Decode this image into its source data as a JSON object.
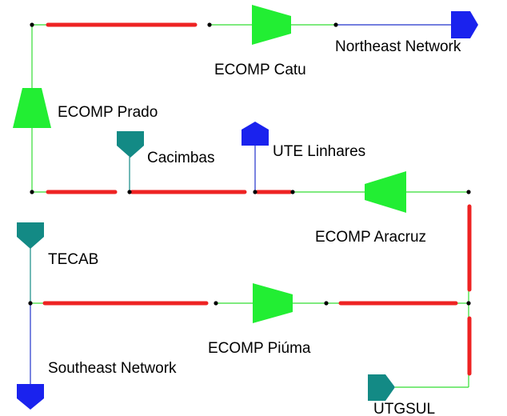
{
  "colors": {
    "pipe": "#ee2222",
    "compressor": "#22ee33",
    "supply_external": "#1a22ee",
    "terminal": "#138a85",
    "line_green": "#33dd33",
    "line_blue": "#2233cc",
    "node": "#000000"
  },
  "labels": {
    "ecomp_catu": "ECOMP Catu",
    "northeast_network": "Northeast Network",
    "ecomp_prado": "ECOMP Prado",
    "cacimbas": "Cacimbas",
    "ute_linhares": "UTE Linhares",
    "ecomp_aracruz": "ECOMP Aracruz",
    "tecab": "TECAB",
    "ecomp_piuma": "ECOMP Piúma",
    "southeast_network": "Southeast Network",
    "utgsul": "UTGSUL"
  }
}
